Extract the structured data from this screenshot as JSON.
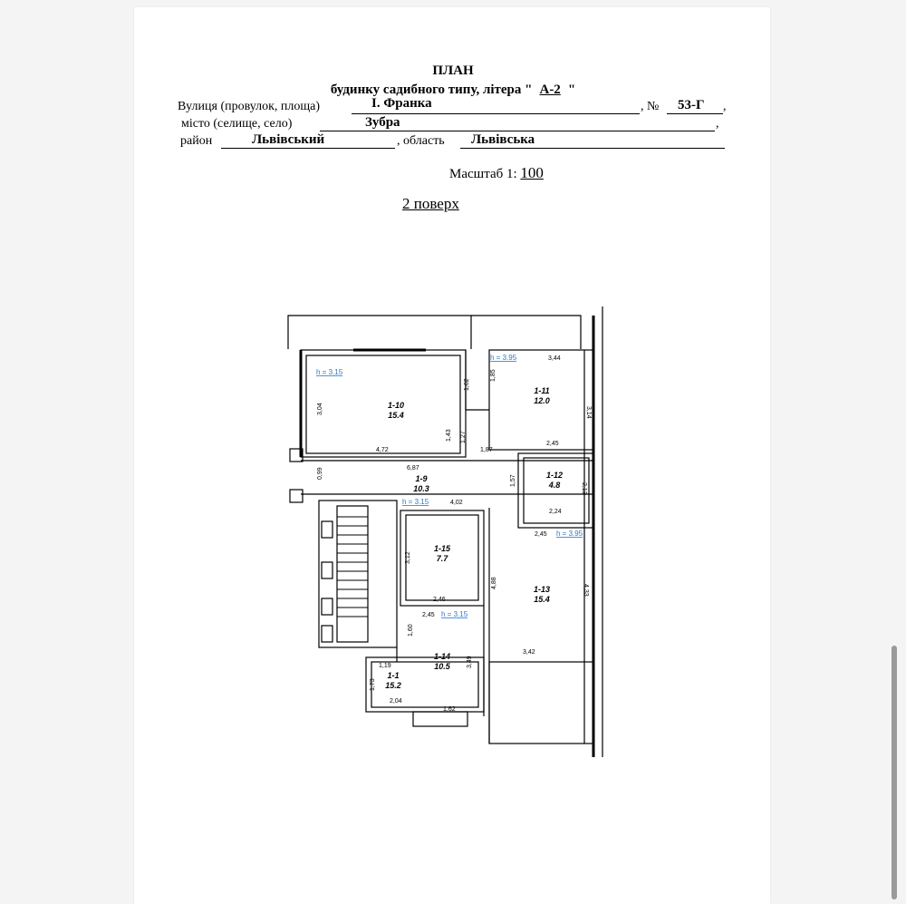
{
  "header": {
    "title": "ПЛАН",
    "subtitle_prefix": "будинку садибного типу, літера \"",
    "letter": "А-2",
    "subtitle_suffix": "\"",
    "street_label": "Вулиця (провулок, площа)",
    "street_value": "І. Франка",
    "number_label": ", №",
    "number_value": "53-Г",
    "comma": ",",
    "city_label": "місто (селище, село)",
    "city_value": "Зубра",
    "district_label": "район",
    "district_value": "Львівський",
    "region_label": ", область",
    "region_value": "Львівська"
  },
  "scale": {
    "label": "Масштаб 1:",
    "value": "100"
  },
  "floor_label": "2 поверх",
  "rooms": [
    {
      "id": "1-10",
      "area": "15.4"
    },
    {
      "id": "1-11",
      "area": "12.0"
    },
    {
      "id": "1-9",
      "area": "10.3"
    },
    {
      "id": "1-12",
      "area": "4.8"
    },
    {
      "id": "1-15",
      "area": "7.7"
    },
    {
      "id": "1-13",
      "area": "15.4"
    },
    {
      "id": "1-14",
      "area": "10.5"
    },
    {
      "id": "1-1",
      "area": "15.2"
    }
  ],
  "heights": [
    "h = 3.15",
    "h = 3.95",
    "h = 3.15",
    "h = 3.95",
    "h = 3.15"
  ],
  "dimensions": [
    "3,44",
    "1,62",
    "1,85",
    "3,14",
    "3,04",
    "1,43",
    "1,27",
    "4,72",
    "1,87",
    "2,45",
    "6,87",
    "0,99",
    "1,57",
    "2,13",
    "4,02",
    "2,24",
    "2,45",
    "3,12",
    "4,88",
    "4,33",
    "2,46",
    "2,45",
    "1,60",
    "3,42",
    "1,19",
    "3,49",
    "1,73",
    "2,04",
    "1,62"
  ],
  "colors": {
    "height_label": "#2e78c8"
  }
}
